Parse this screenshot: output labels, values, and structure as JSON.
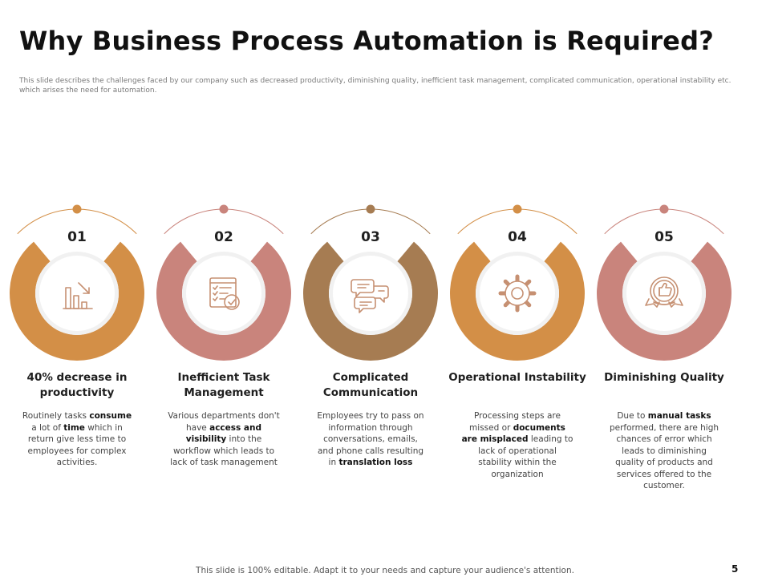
{
  "slide": {
    "title": "Why Business Process Automation is Required?",
    "subtitle": "This slide describes the challenges faced by our company such as decreased productivity, diminishing quality, inefficient task management, complicated communication, operational instability etc. which arises the need for automation.",
    "footer": "This slide is 100% editable. Adapt it to your needs and capture your audience's attention.",
    "page_number": "5"
  },
  "colors": {
    "orange": "#D38F47",
    "rose": "#C9847C",
    "brown": "#A67C52",
    "icon_stroke": "#C69072"
  },
  "cards": [
    {
      "number": "01",
      "heading": "40% decrease in productivity",
      "icon": "bar-chart-decrease-icon",
      "color": "#D38F47",
      "desc": [
        {
          "t": "Routinely tasks "
        },
        {
          "t": "consume",
          "b": true
        },
        {
          "t": " a lot of "
        },
        {
          "t": "time",
          "b": true
        },
        {
          "t": " which in return give less time to employees for complex activities."
        }
      ]
    },
    {
      "number": "02",
      "heading": "Inefficient Task Management",
      "icon": "task-checklist-icon",
      "color": "#C9847C",
      "desc": [
        {
          "t": "Various departments don't have "
        },
        {
          "t": "access and visibility",
          "b": true
        },
        {
          "t": " into the workflow which leads to lack of task management"
        }
      ]
    },
    {
      "number": "03",
      "heading": "Complicated Communication",
      "icon": "chat-bubbles-icon",
      "color": "#A67C52",
      "desc": [
        {
          "t": "Employees try to pass on information through conversations, emails, and phone calls resulting in "
        },
        {
          "t": "translation loss",
          "b": true
        }
      ]
    },
    {
      "number": "04",
      "heading": "Operational Instability",
      "icon": "gear-icon",
      "color": "#D38F47",
      "desc": [
        {
          "t": "Processing steps are missed or "
        },
        {
          "t": "documents are misplaced",
          "b": true
        },
        {
          "t": " leading to lack of operational stability within the organization"
        }
      ]
    },
    {
      "number": "05",
      "heading": "Diminishing Quality",
      "icon": "quality-badge-icon",
      "color": "#C9847C",
      "desc": [
        {
          "t": "Due to "
        },
        {
          "t": "manual tasks",
          "b": true
        },
        {
          "t": " performed, there are high chances of error which leads to diminishing quality of products and services offered to the customer."
        }
      ]
    }
  ]
}
